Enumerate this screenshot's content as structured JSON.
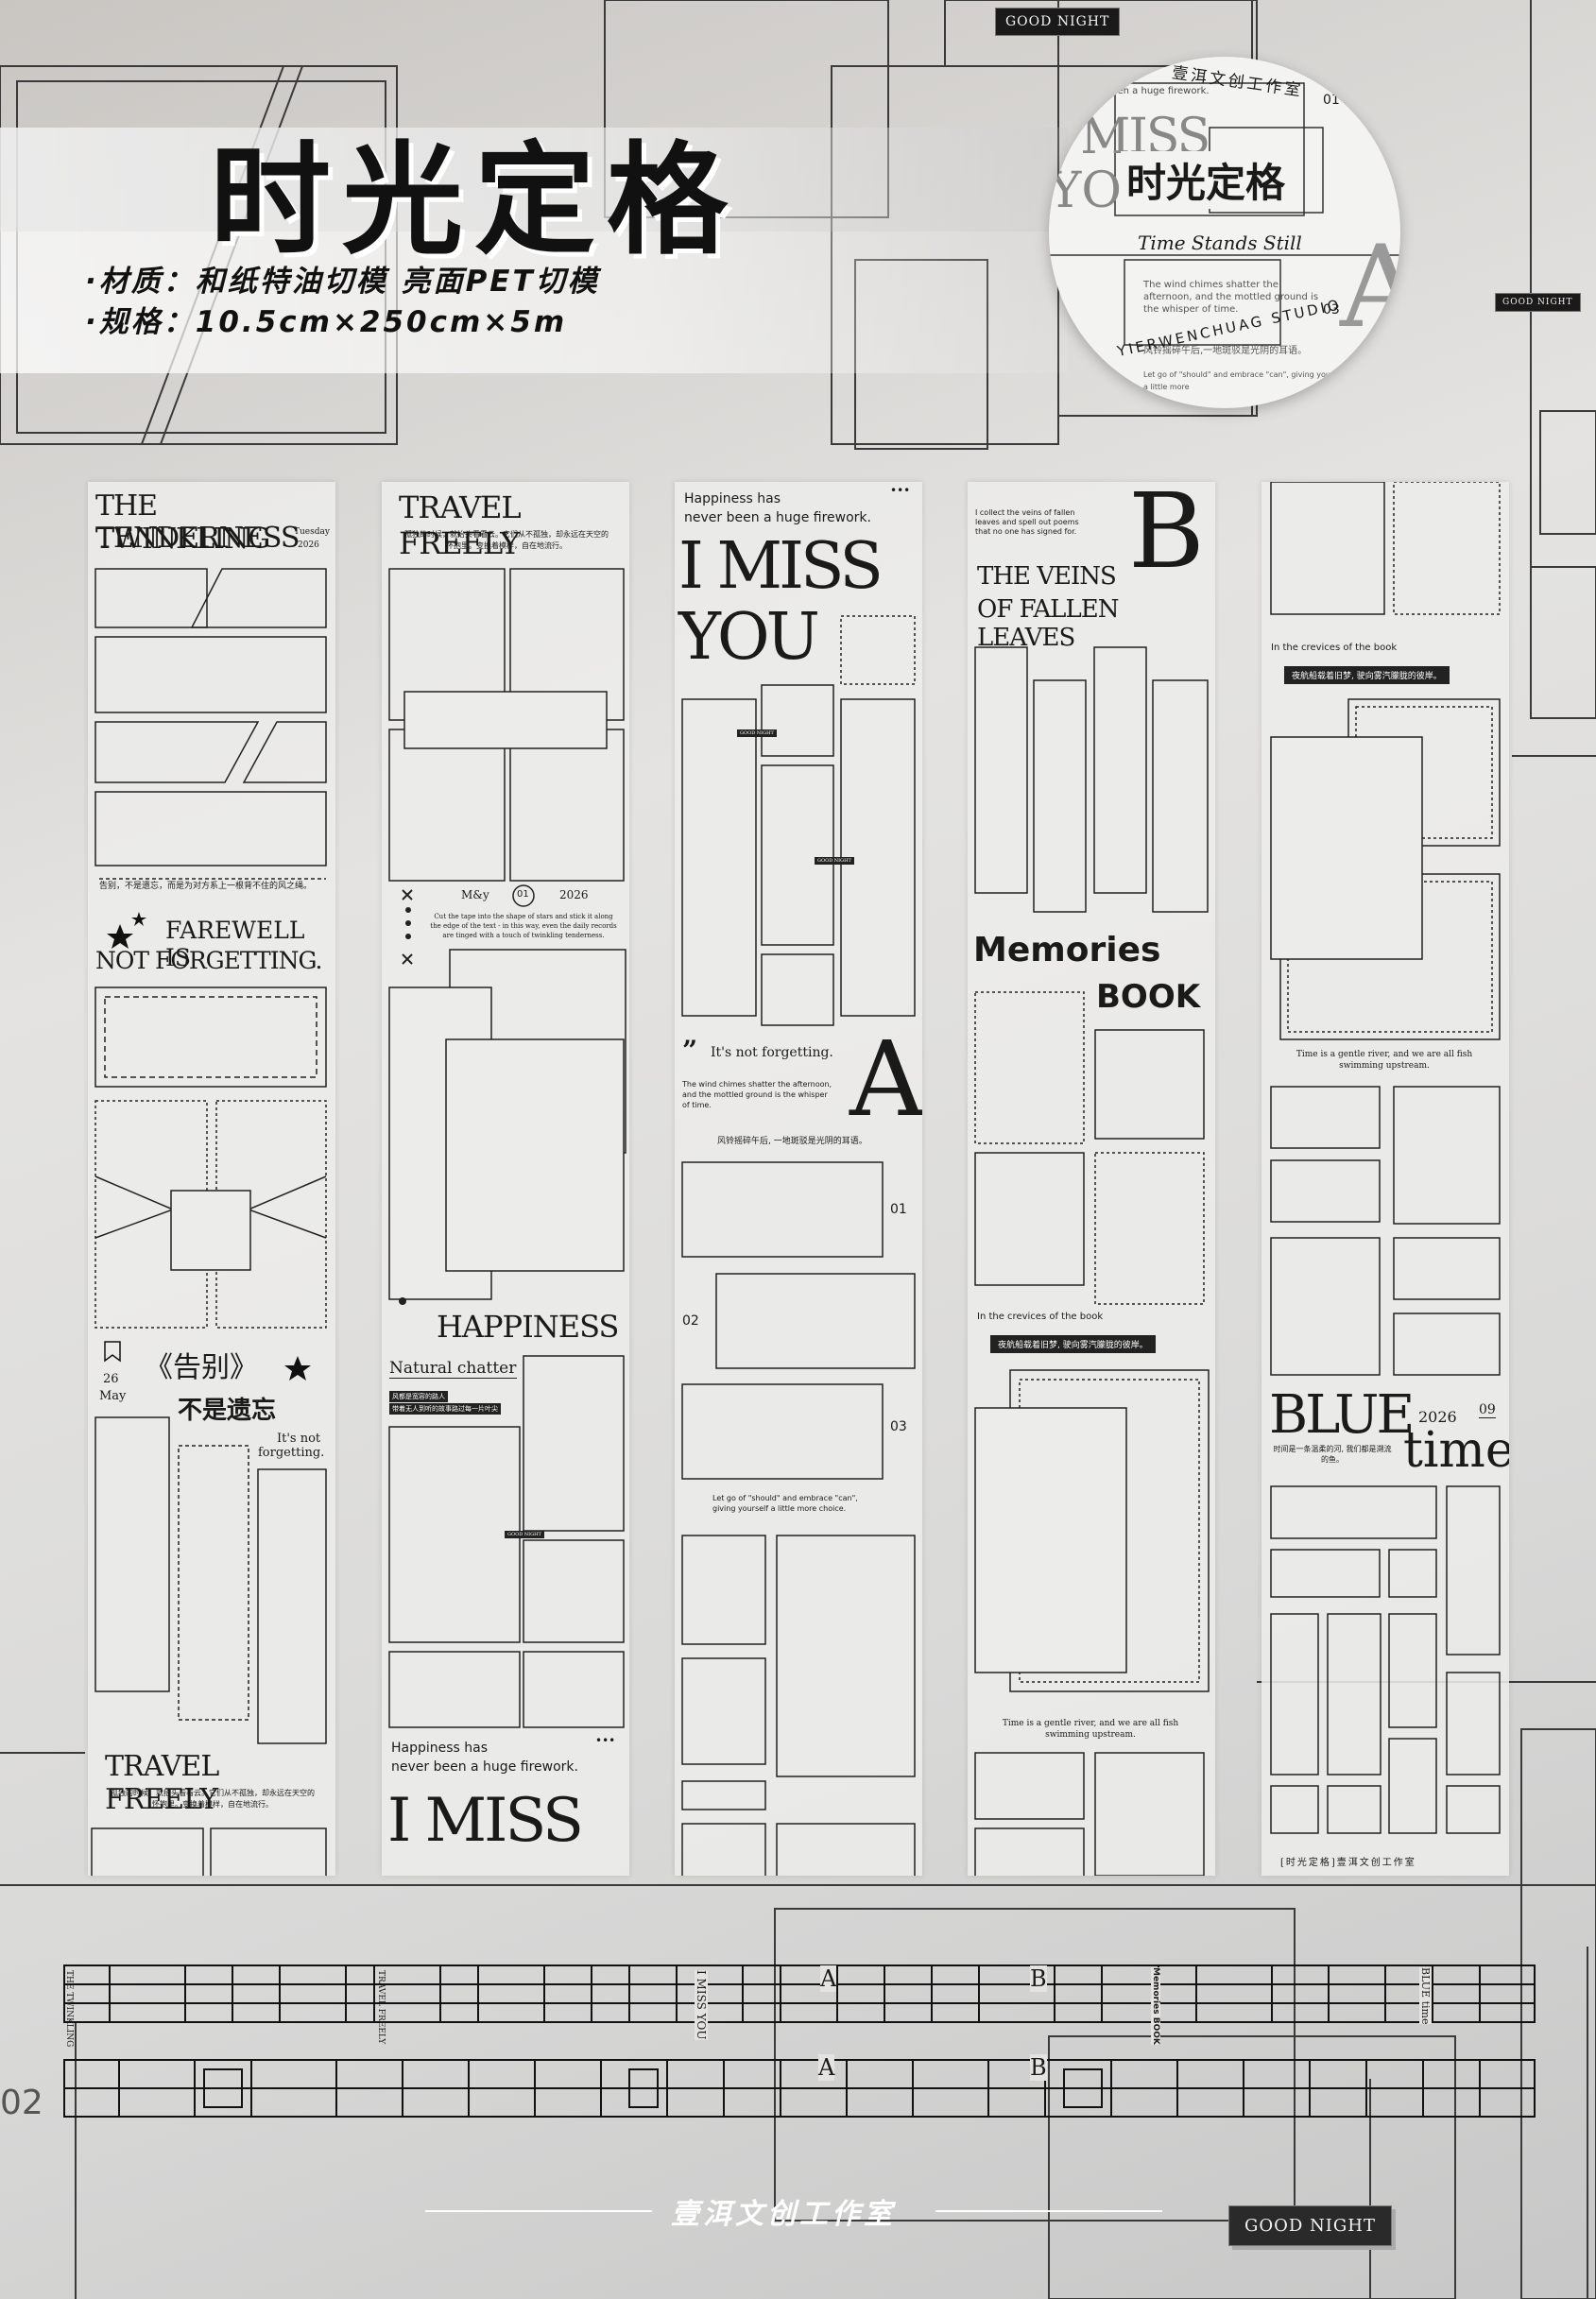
{
  "product": {
    "title": "时光定格",
    "spec_material": "·材质：和纸特油切模 亮面PET切模",
    "spec_size": "·规格：10.5cm×250cm×5m",
    "badge_top": "GOOD NIGHT",
    "badge_side": "GOOD NIGHT",
    "badge_bottom": "GOOD NIGHT",
    "studio_name": "壹洱文创工作室",
    "bottom_number": "02"
  },
  "circle": {
    "top_text": "壹洱文创工作室",
    "english_text": "YIERWENCHUAG STUDIO",
    "title": "时光定格",
    "subtitle": "Time Stands Still",
    "miss": "I MISS",
    "you": "YOU",
    "num1": "01",
    "num3": "03",
    "letter": "A",
    "line1": "been a huge firework.",
    "quote_en": "The wind chimes shatter the afternoon, and the mottled ground is the whisper of time.",
    "quote_cn": "风铃摇碎午后,一地斑驳是光阴的耳语。",
    "quote_tail": "Let go of \"should\" and embrace \"can\", giving yourself a little more"
  },
  "strip1": {
    "title1": "THE TWINKLING",
    "title2": "TENDERNESS",
    "day": "Tuesday",
    "year": "2026",
    "cn_line": "告别，不是遗忘，而是为对方系上一根背不住的风之绳。",
    "farewell1": "FAREWELL IS",
    "farewell2": "NOT FORGETTING.",
    "quote_cn1": "《告别》",
    "quote_cn2": "不是遗忘",
    "date_day": "26",
    "date_month": "May",
    "not_forgot1": "It's not",
    "not_forgot2": "forgetting.",
    "travel": "TRAVEL FREELY",
    "travel_cn": "孤独的时候，就抬头看看云。它们从不孤独，却永远在天空的怀抱里。变换着模样，自在地流行。"
  },
  "strip2": {
    "title": "TRAVEL FREELY",
    "cn_text": "孤独的时候，就抬头看看云。它们从不孤独，却永远在天空的怀抱里。变换着模样，自在地流行。",
    "my": "M&y",
    "num": "01",
    "year": "2026",
    "small_text": "Cut the tape into the shape of stars and stick it along the edge of the text - in this way, even the daily records are tinged with a touch of twinkling tenderness.",
    "happiness": "HAPPINESS",
    "chatter": "Natural chatter",
    "chatter_cn1": "风都是宽容的路人",
    "chatter_cn2": "带着无人到听的故事路过每一片叶尖",
    "badge": "GOOD NIGHT",
    "happy_has": "Happiness has",
    "firework": "never been a huge firework.",
    "dots": "•••",
    "miss": "I MISS"
  },
  "strip3": {
    "happy_has": "Happiness has",
    "firework": "never been a huge firework.",
    "dots": "•••",
    "miss": "I MISS",
    "you": "YOU",
    "badge1": "GOOD NIGHT",
    "badge2": "GOOD NIGHT",
    "quote_mark": "”",
    "not_forget": "It's not forgetting.",
    "letter": "A",
    "wind_en": "The wind chimes shatter the afternoon, and the mottled ground is the whisper of time.",
    "wind_cn": "风铃摇碎午后, 一地斑驳是光阴的耳语。",
    "n01": "01",
    "n02": "02",
    "n03": "03",
    "let_go": "Let go of \"should\" and embrace \"can\", giving yourself a little more choice."
  },
  "strip4": {
    "veins_text": "I collect the veins of fallen leaves and spell out poems that no one has signed for.",
    "letter": "B",
    "veins1": "THE VEINS",
    "veins2": "OF FALLEN LEAVES",
    "memories": "Memories",
    "book": "BOOK",
    "crevices": "In the crevices of the book",
    "crevices_cn": "夜航船载着旧梦, 驶向雾汽朦胧的彼岸。",
    "river": "Time is a gentle river, and we are all fish swimming upstream."
  },
  "strip5": {
    "crevices": "In the crevices of the book",
    "crevices_cn": "夜航船载着旧梦, 驶向雾汽朦胧的彼岸。",
    "river": "Time is a gentle river, and we are all fish swimming upstream.",
    "blue": "BLUE",
    "year": "2026",
    "month": "09",
    "time": "time",
    "blue_cn": "时间是一条温柔的河, 我们都是溯流的鱼。",
    "footer_cn": "[时光定格]壹洱文创工作室"
  },
  "rolls": {
    "row1_labels": [
      "THE TWINKLING",
      "TRAVEL FREELY",
      "I MISS YOU",
      "A",
      "B",
      "Memories BOOK",
      "BLUE time"
    ],
    "row2_labels": [
      "A",
      "B"
    ]
  }
}
